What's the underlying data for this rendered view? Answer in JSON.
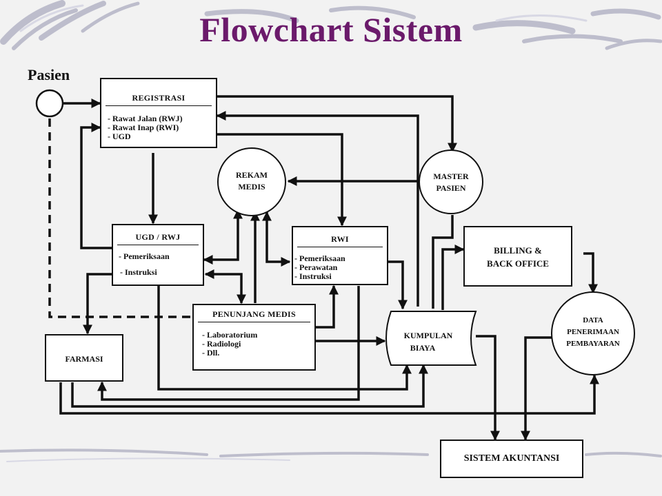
{
  "title": "Flowchart Sistem",
  "pasien": "Pasien",
  "registrasi": {
    "title": "REGISTRASI",
    "items": [
      "- Rawat Jalan (RWJ)",
      "- Rawat Inap (RWI)",
      "- UGD"
    ]
  },
  "rekam_medis": [
    "REKAM",
    "MEDIS"
  ],
  "master_pasien": [
    "MASTER",
    "PASIEN"
  ],
  "ugd_rwj": {
    "title": "UGD / RWJ",
    "items": [
      "- Pemeriksaan",
      "- Instruksi"
    ]
  },
  "rwi": {
    "title": "RWI",
    "items": [
      "- Pemeriksaan",
      "- Perawatan",
      "- Instruksi"
    ]
  },
  "billing": [
    "BILLING &",
    "BACK OFFICE"
  ],
  "penunjang": {
    "title": "PENUNJANG MEDIS",
    "items": [
      "-  Laboratorium",
      "-  Radiologi",
      "-  Dll."
    ]
  },
  "kumpulan_biaya": [
    "KUMPULAN",
    "BIAYA"
  ],
  "data_penerimaan": [
    "DATA",
    "PENERIMAAN",
    "PEMBAYARAN"
  ],
  "farmasi": "FARMASI",
  "sistem_akuntansi": "SISTEM AKUNTANSI",
  "colors": {
    "title": "#6b1a6b",
    "stroke": "#111111",
    "background": "#f2f2f2"
  }
}
